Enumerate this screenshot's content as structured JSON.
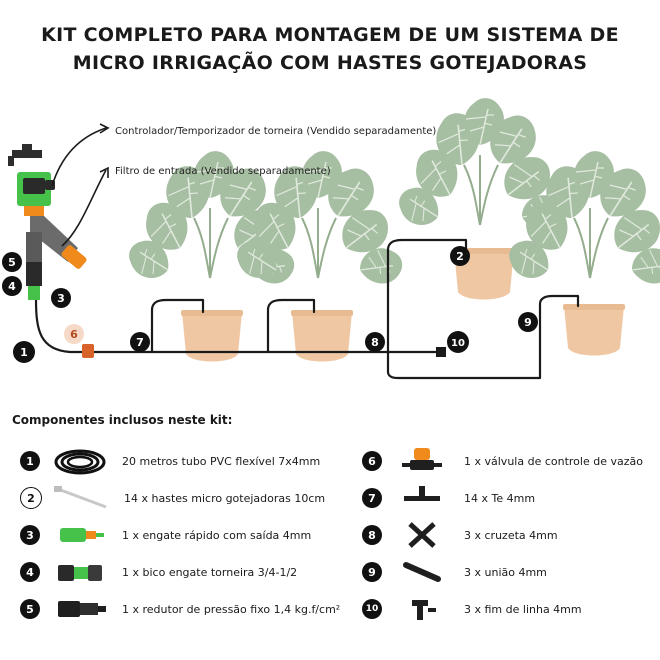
{
  "title_line1": "KIT COMPLETO PARA MONTAGEM DE UM SISTEMA DE",
  "title_line2": "MICRO IRRIGAÇÃO COM HASTES GOTEJADORAS",
  "callouts": {
    "controller": "Controlador/Temporizador de torneira (Vendido separadamente)",
    "filter": "Filtro de entrada (Vendido separadamente)"
  },
  "diagram_markers": [
    "1",
    "2",
    "3",
    "4",
    "5",
    "6",
    "7",
    "8",
    "9",
    "10"
  ],
  "components_heading": "Componentes inclusos neste kit:",
  "components_left": [
    {
      "num": "1",
      "label": "20 metros tubo PVC flexível 7x4mm",
      "icon": "tube-coil-icon"
    },
    {
      "num": "2",
      "label": "14 x hastes micro gotejadoras 10cm",
      "icon": "drip-stake-icon"
    },
    {
      "num": "3",
      "label": "1 x engate rápido com saída 4mm",
      "icon": "quick-connector-icon"
    },
    {
      "num": "4",
      "label": "1 x bico engate torneira 3/4-1/2",
      "icon": "faucet-adapter-icon"
    },
    {
      "num": "5",
      "label": "1 x redutor de pressão fixo 1,4 kg.f/cm²",
      "icon": "pressure-reducer-icon"
    }
  ],
  "components_right": [
    {
      "num": "6",
      "label": "1 x válvula de controle de vazão",
      "icon": "flow-valve-icon"
    },
    {
      "num": "7",
      "label": "14 x Te 4mm",
      "icon": "tee-connector-icon"
    },
    {
      "num": "8",
      "label": "3 x cruzeta 4mm",
      "icon": "cross-connector-icon"
    },
    {
      "num": "9",
      "label": "3 x união 4mm",
      "icon": "union-connector-icon"
    },
    {
      "num": "10",
      "label": "3 x fim de linha 4mm",
      "icon": "end-plug-icon"
    }
  ],
  "colors": {
    "leaf": "#a6bea2",
    "leaf_vein": "#dfe9dc",
    "pot": "#efc8a3",
    "tube": "#1a1a1a",
    "accent_green": "#3fbf3f",
    "accent_orange": "#f08a1c"
  }
}
